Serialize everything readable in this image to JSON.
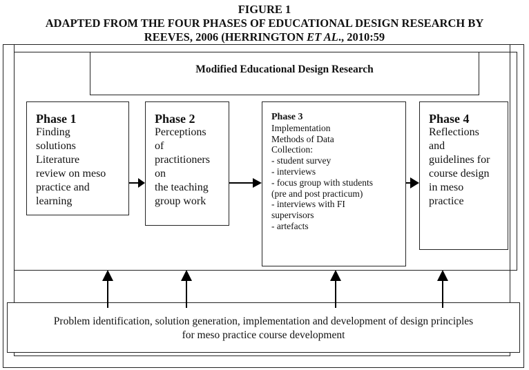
{
  "figure": {
    "label": "FIGURE 1",
    "caption_line1": "ADAPTED FROM THE FOUR PHASES OF EDUCATIONAL DESIGN RESEARCH BY",
    "caption_line2_a": "REEVES, 2006 (HERRINGTON ",
    "caption_line2_italic": "ET AL",
    "caption_line2_b": "., 2010:59"
  },
  "diagram": {
    "title": "Modified Educational Design Research",
    "phases": [
      {
        "heading": "Phase 1",
        "body": "Finding\nsolutions\nLiterature\nreview on meso\npractice and\nlearning"
      },
      {
        "heading": "Phase 2",
        "body": "Perceptions\nof\npractitioners\non\nthe teaching\ngroup work"
      },
      {
        "heading": "Phase 3",
        "body": "Implementation\nMethods of Data\nCollection:\n- student survey\n- interviews\n- focus group with students\n(pre and post practicum)\n- interviews with FI\nsupervisors\n- artefacts"
      },
      {
        "heading": "Phase 4",
        "body": "Reflections\nand\nguidelines for\ncourse design\nin meso\npractice"
      }
    ],
    "bottom_line1": "Problem identification, solution generation, implementation and development of design principles",
    "bottom_line2": "for meso practice course development"
  }
}
